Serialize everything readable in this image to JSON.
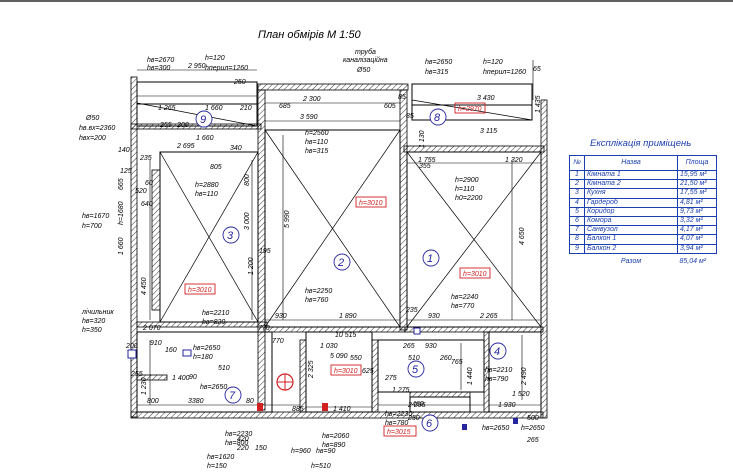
{
  "title": "План обмірів  М 1:50",
  "explication": {
    "title": "Експлікація приміщень",
    "headers": {
      "no": "№",
      "name": "Назва",
      "area": "Площа"
    },
    "rows": [
      {
        "no": "1",
        "name": "Кімната 1",
        "area": "15,95 м²"
      },
      {
        "no": "2",
        "name": "Кімната 2",
        "area": "21,50 м²"
      },
      {
        "no": "3",
        "name": "Кухня",
        "area": "17,55 м²"
      },
      {
        "no": "4",
        "name": "Гардероб",
        "area": "4,81 м²"
      },
      {
        "no": "5",
        "name": "Коридор",
        "area": "9,73 м²"
      },
      {
        "no": "6",
        "name": "Комора",
        "area": "3,32 м²"
      },
      {
        "no": "7",
        "name": "Санвузол",
        "area": "4,17 м²"
      },
      {
        "no": "8",
        "name": "Балкон 1",
        "area": "4,07 м²"
      },
      {
        "no": "9",
        "name": "Балкон 2",
        "area": "3,94 м²"
      }
    ],
    "total_label": "Разом",
    "total_value": "85,04 м²"
  },
  "rooms": [
    "1",
    "2",
    "3",
    "4",
    "5",
    "6",
    "7",
    "8",
    "9"
  ],
  "ceiling_heights": [
    "h=3010",
    "h=3010",
    "h=3010",
    "h=3010",
    "h=2970",
    "h=3015"
  ],
  "notes": {
    "pipe": "труба\nканалізаційна\nØ50",
    "meter": "лічильник\nhв=320\nh=350"
  },
  "colors": {
    "room_marker": "#2525a0",
    "ceiling_height": "#d02020",
    "table": "#1c3fb0"
  }
}
